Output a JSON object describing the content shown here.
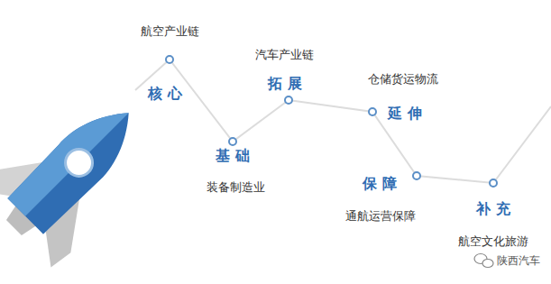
{
  "diagram": {
    "labels": [
      "航空产业链",
      "核心",
      "基础",
      "装备制造业",
      "汽车产业链",
      "拓展",
      "仓储货运物流",
      "延伸",
      "保障",
      "通航运营保障",
      "补充",
      "航空文化旅游",
      "陕西汽车"
    ]
  }
}
